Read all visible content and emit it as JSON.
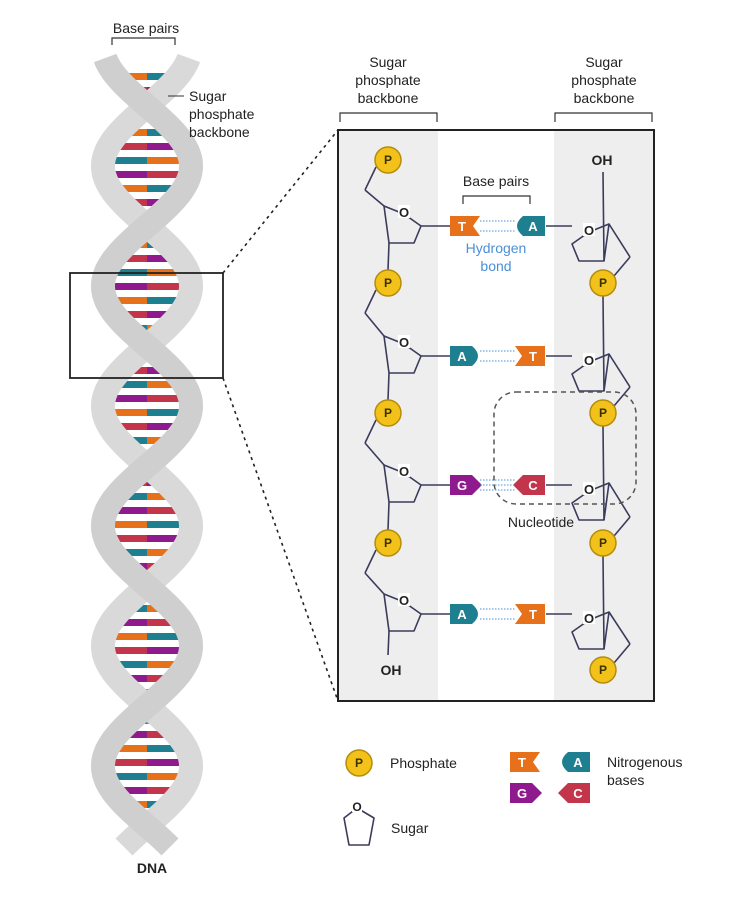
{
  "left": {
    "base_pairs_label": "Base pairs",
    "backbone_label_lines": [
      "Sugar",
      "phosphate",
      "backbone"
    ],
    "dna_label": "DNA"
  },
  "detail": {
    "backbone_left_lines": [
      "Sugar",
      "phosphate",
      "backbone"
    ],
    "backbone_right_lines": [
      "Sugar",
      "phosphate",
      "backbone"
    ],
    "base_pairs_label": "Base pairs",
    "hydrogen_bond_lines": [
      "Hydrogen",
      "bond"
    ],
    "nucleotide_label": "Nucleotide",
    "oh_top": "OH",
    "oh_bottom": "OH",
    "ring_o": "O",
    "phosphate_letter": "P",
    "pairs": [
      {
        "left": "T",
        "right": "A"
      },
      {
        "left": "A",
        "right": "T"
      },
      {
        "left": "G",
        "right": "C"
      },
      {
        "left": "A",
        "right": "T"
      }
    ]
  },
  "legend": {
    "phosphate_label": "Phosphate",
    "sugar_label": "Sugar",
    "nitrogenous_label_lines": [
      "Nitrogenous",
      "bases"
    ],
    "bases": [
      "T",
      "A",
      "G",
      "C"
    ]
  },
  "colors": {
    "A": "#1d7f8f",
    "T": "#e7711b",
    "G": "#8e1a8e",
    "C": "#c2354a",
    "phosphate": "#f2c21b",
    "backbone_strand": "#d9d9d9",
    "backbone_panel": "#eeeeee",
    "hydrogen_bond": "#4a90d9"
  }
}
